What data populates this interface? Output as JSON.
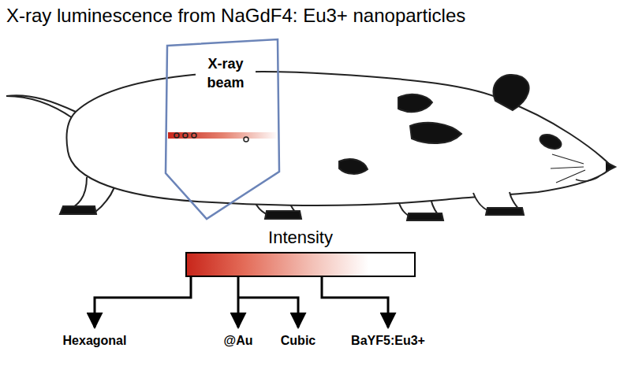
{
  "diagram": {
    "title": "X-ray luminescence from NaGdF4: Eu3+ nanoparticles",
    "nodes": [
      {
        "text": [
          "X-ray beam"
        ]
      },
      {
        "text": [
          "Intensity"
        ]
      }
    ],
    "labels": [
      "Hexagonal",
      "@Au",
      "Cubic",
      "BaYF5:Eu3+"
    ]
  }
}
